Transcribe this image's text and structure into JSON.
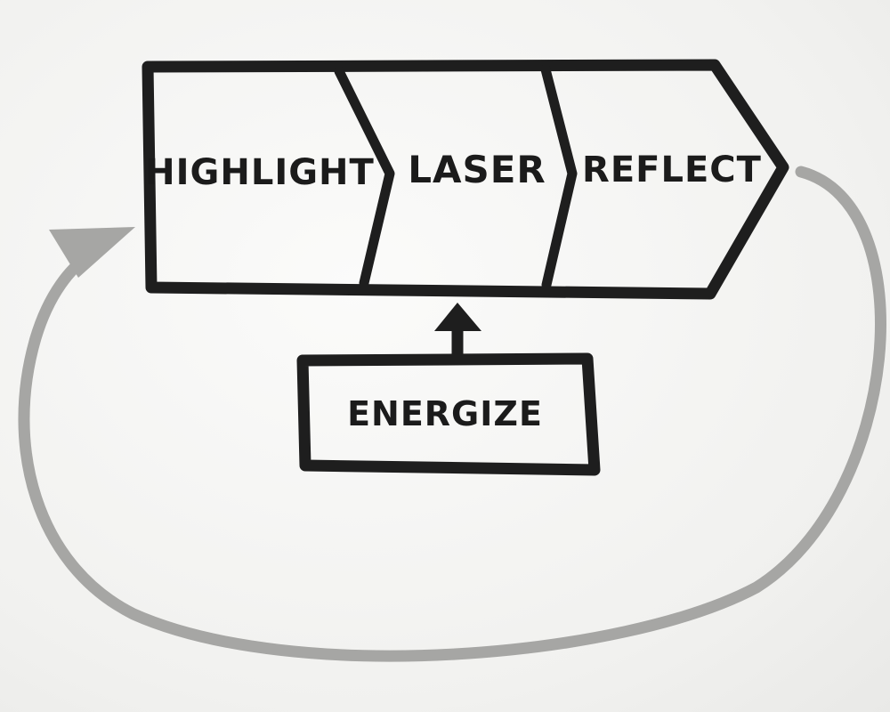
{
  "diagram": {
    "stages": [
      {
        "label": "HIGHLIGHT"
      },
      {
        "label": "LASER"
      },
      {
        "label": "REFLECT"
      }
    ],
    "input": {
      "label": "ENERGIZE"
    },
    "colors": {
      "ink": "#1e1e1e",
      "loop_arrow": "#a6a6a4",
      "paper": "#f4f4f2"
    }
  }
}
